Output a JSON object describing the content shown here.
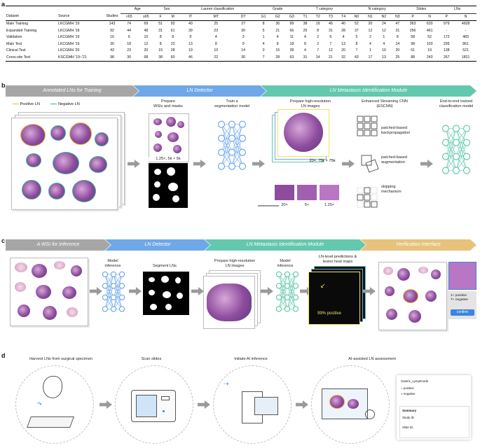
{
  "panels": {
    "a": "a",
    "b": "b",
    "c": "c",
    "d": "d"
  },
  "table": {
    "group_headers": [
      "Age",
      "Sex",
      "Lauren classification",
      "Grade",
      "T category",
      "N category",
      "Slides",
      "LNs"
    ],
    "columns": [
      "Dataset",
      "Source",
      "Studies",
      "<65",
      "≥65",
      "F",
      "M",
      "IT",
      "MT",
      "DT",
      "G1",
      "G2",
      "G3",
      "T1",
      "T2",
      "T3",
      "T4",
      "N0",
      "N1",
      "N2",
      "N3",
      "P",
      "N",
      "P",
      "N"
    ],
    "rows": [
      [
        "Main Training",
        "LKCGMH '19",
        "143",
        "74",
        "69",
        "51",
        "92",
        "40",
        "25",
        "27",
        "8",
        "36",
        "99",
        "38",
        "19",
        "46",
        "40",
        "52",
        "20",
        "24",
        "47",
        "363",
        "620",
        "979",
        "4928"
      ],
      [
        "Expanded Training",
        "LKCGMH '18",
        "92",
        "44",
        "48",
        "31",
        "61",
        "39",
        "23",
        "30",
        "5",
        "21",
        "66",
        "25",
        "8",
        "31",
        "28",
        "37",
        "12",
        "12",
        "31",
        "256",
        "461",
        "-",
        "-"
      ],
      [
        "Validation",
        "LKCGMH '19",
        "16",
        "6",
        "10",
        "8",
        "8",
        "9",
        "4",
        "3",
        "1",
        "4",
        "11",
        "4",
        "2",
        "6",
        "4",
        "5",
        "2",
        "1",
        "8",
        "58",
        "52",
        "172",
        "483"
      ],
      [
        "Main Test",
        "LKCGMH '19",
        "30",
        "18",
        "12",
        "8",
        "22",
        "13",
        "8",
        "9",
        "4",
        "8",
        "18",
        "8",
        "2",
        "7",
        "13",
        "8",
        "4",
        "4",
        "14",
        "98",
        "103",
        "295",
        "861"
      ],
      [
        "Clinical Test",
        "LKCGMH '20",
        "43",
        "23",
        "20",
        "15",
        "28",
        "19",
        "10",
        "14",
        "0",
        "15",
        "28",
        "4",
        "7",
        "12",
        "20",
        "7",
        "1",
        "10",
        "20",
        "61",
        "19",
        "138",
        "521"
      ],
      [
        "Cross-site Test",
        "KSCGMH '19–'21",
        "98",
        "30",
        "68",
        "38",
        "60",
        "46",
        "22",
        "30",
        "7",
        "28",
        "63",
        "31",
        "14",
        "21",
        "32",
        "43",
        "17",
        "13",
        "25",
        "88",
        "243",
        "267",
        "1821"
      ]
    ]
  },
  "b": {
    "banners": [
      "Annotated LNs for Training",
      "LN Detector",
      "LN Metastasis Identification Module"
    ],
    "legend": [
      "Positive LN",
      "Negative LN"
    ],
    "prepare_wsi": "Prepare\nWSIs and masks",
    "wsi_scale": "1.25×, 5k × 5k",
    "train_seg": "Train a\nsegmentation model",
    "prepare_hr": "Prepare high-resolution\nLN images",
    "hr_scale": "20×, 75k × 75k",
    "zooms": [
      "20×",
      "5×",
      "1.25×"
    ],
    "escnn": "Enhanced Streaming CNN\n(ESCNN)",
    "escnn_items": [
      "patched-based\nbackpropagation",
      "patched-based\naugmentation",
      "skipping\nmechanism"
    ],
    "e2e": "End-to-end trained\nclassification model"
  },
  "c": {
    "banners": [
      "A WSI for Inference",
      "LN Detector",
      "LN Metastasis Identification Module",
      "Verification Interface"
    ],
    "model_inference": "Model\ninference",
    "segment": "Segment LNs",
    "prepare_hr": "Prepare high-resolution\nLN images",
    "model_inference2": "Model\ninference",
    "predictions": "LN-level predictions &\nlesion heat maps",
    "heat_label": "99% positive",
    "verify_counts": "1+ positive\n7+ negative",
    "confirm": "confirm"
  },
  "d": {
    "steps": [
      "Harvest LNs from surgical specimen",
      "Scan slides",
      "Initiate AI inference",
      "AI-assisted LN assessment"
    ],
    "ui": {
      "title": "Gastric_Lymphnode",
      "positive": "positive",
      "negative": "negative",
      "summary": "Summary",
      "study": "Study ID",
      "slide": "Slide ID"
    }
  },
  "colors": {
    "gray": "#a6a6a6",
    "blue": "#6ea8e8",
    "teal": "#63c8ad",
    "gold": "#e7c27a",
    "positive": "#f0b43c",
    "negative": "#34b39a"
  }
}
